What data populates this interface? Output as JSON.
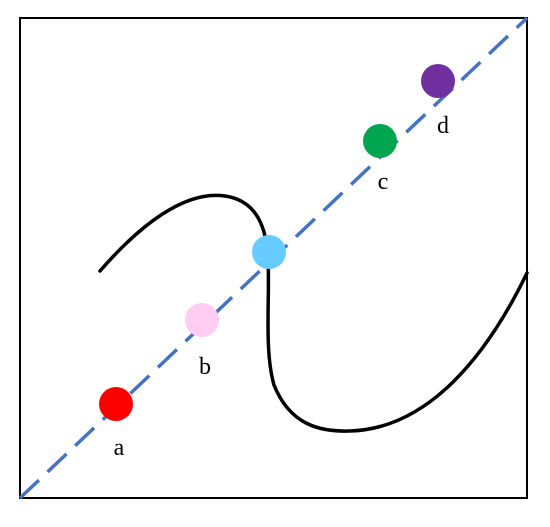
{
  "points": [
    {
      "id": "a",
      "label": "a",
      "color": "#ff0000"
    },
    {
      "id": "b",
      "label": "b",
      "color": "#ffccf2"
    },
    {
      "id": "intersection",
      "label": "",
      "color": "#66ccff"
    },
    {
      "id": "c",
      "label": "c",
      "color": "#00a550"
    },
    {
      "id": "d",
      "label": "d",
      "color": "#7030a0"
    }
  ],
  "colors": {
    "frame": "#000000",
    "diagonal": "#4472c4",
    "curve": "#000000"
  }
}
